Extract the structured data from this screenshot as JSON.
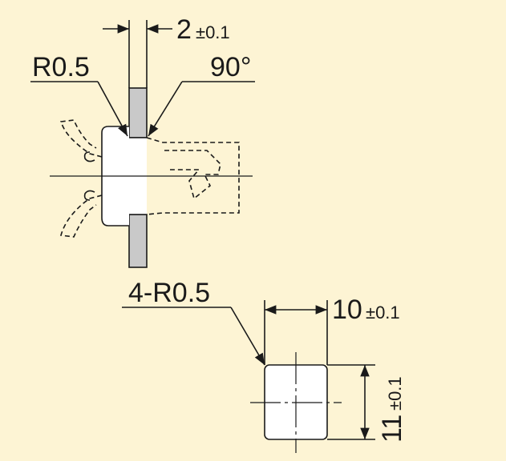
{
  "background_color": "#fdf4d4",
  "panel_color": "#c9c9c9",
  "part_fill": "#ffffff",
  "line_color": "#1a1a1a",
  "panel_thickness": {
    "value": "2",
    "tolerance": "±0.1"
  },
  "corner_radius_label": "R0.5",
  "angle_label": "90°",
  "cutout_corner_label": "4-R0.5",
  "cutout_width": {
    "value": "10",
    "tolerance": "±0.1"
  },
  "cutout_height": {
    "value": "11",
    "tolerance": "±0.1"
  }
}
